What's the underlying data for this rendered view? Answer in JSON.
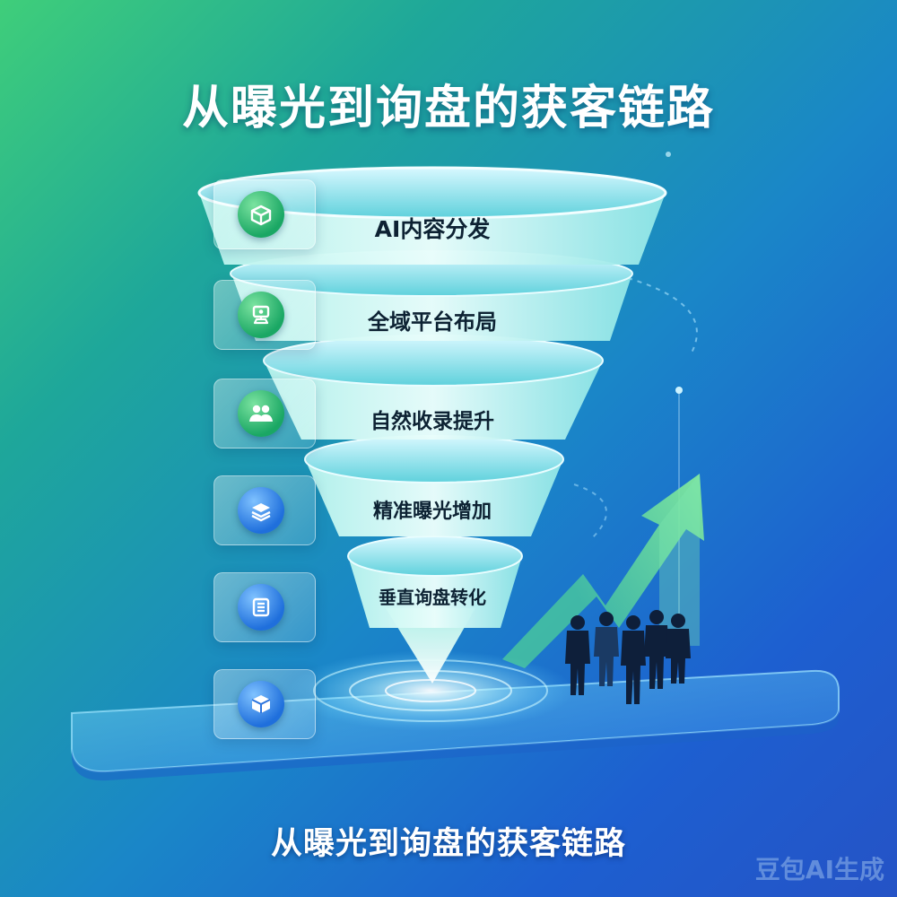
{
  "title": "从曝光到询盘的获客链路",
  "caption": "从曝光到询盘的获客链路",
  "watermark": "豆包AI生成",
  "funnel": {
    "layers": [
      {
        "label": "AI内容分发",
        "icon": "box-icon"
      },
      {
        "label": "全域平台布局",
        "icon": "monitor-user-icon"
      },
      {
        "label": "自然收录提升",
        "icon": "users-icon"
      },
      {
        "label": "精准曝光增加",
        "icon": "layers-icon"
      },
      {
        "label": "垂直询盘转化",
        "icon": "document-list-icon"
      }
    ],
    "extra_icon": "cube-icon"
  },
  "colors": {
    "bg_green": "#3fce7a",
    "bg_blue": "#2553c6",
    "funnel_light": "#e8fbff",
    "funnel_mid": "#6fe0da",
    "icon_green": "#1aa764",
    "icon_blue": "#1f6fdc",
    "arrow_green": "#8ff0a0"
  }
}
